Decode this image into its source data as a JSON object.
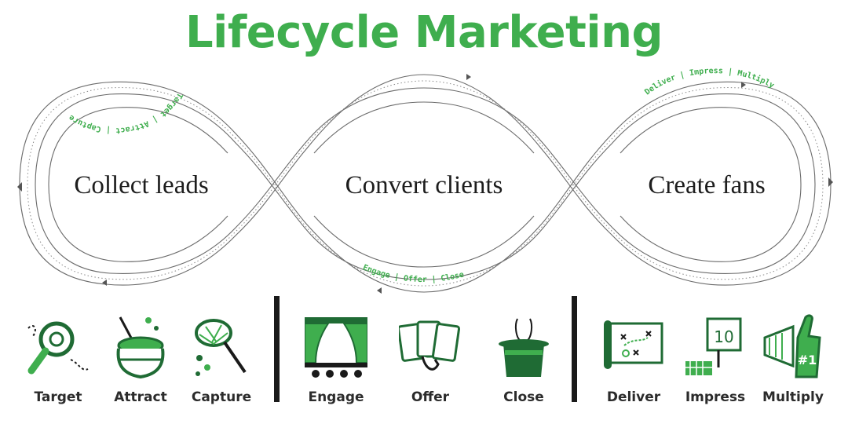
{
  "title": "Lifecycle Marketing",
  "colors": {
    "accent": "#3fae4e",
    "dark_green": "#1f6b34",
    "ink": "#1d1d1d"
  },
  "stages": [
    {
      "label": "Collect leads",
      "steps_text": [
        "Target",
        "Attract",
        "Capture"
      ]
    },
    {
      "label": "Convert clients",
      "steps_text": [
        "Engage",
        "Offer",
        "Close"
      ]
    },
    {
      "label": "Create fans",
      "steps_text": [
        "Deliver",
        "Impress",
        "Multiply"
      ]
    }
  ],
  "steps": [
    {
      "label": "Target",
      "icon": "magnifier-target-icon"
    },
    {
      "label": "Attract",
      "icon": "honey-pot-icon"
    },
    {
      "label": "Capture",
      "icon": "butterfly-net-icon"
    },
    {
      "label": "Engage",
      "icon": "theater-stage-icon"
    },
    {
      "label": "Offer",
      "icon": "playing-cards-icon"
    },
    {
      "label": "Close",
      "icon": "magic-hat-rabbit-icon"
    },
    {
      "label": "Deliver",
      "icon": "game-plan-icon"
    },
    {
      "label": "Impress",
      "icon": "score-card-icon"
    },
    {
      "label": "Multiply",
      "icon": "foam-finger-icon"
    }
  ],
  "separator": " | "
}
